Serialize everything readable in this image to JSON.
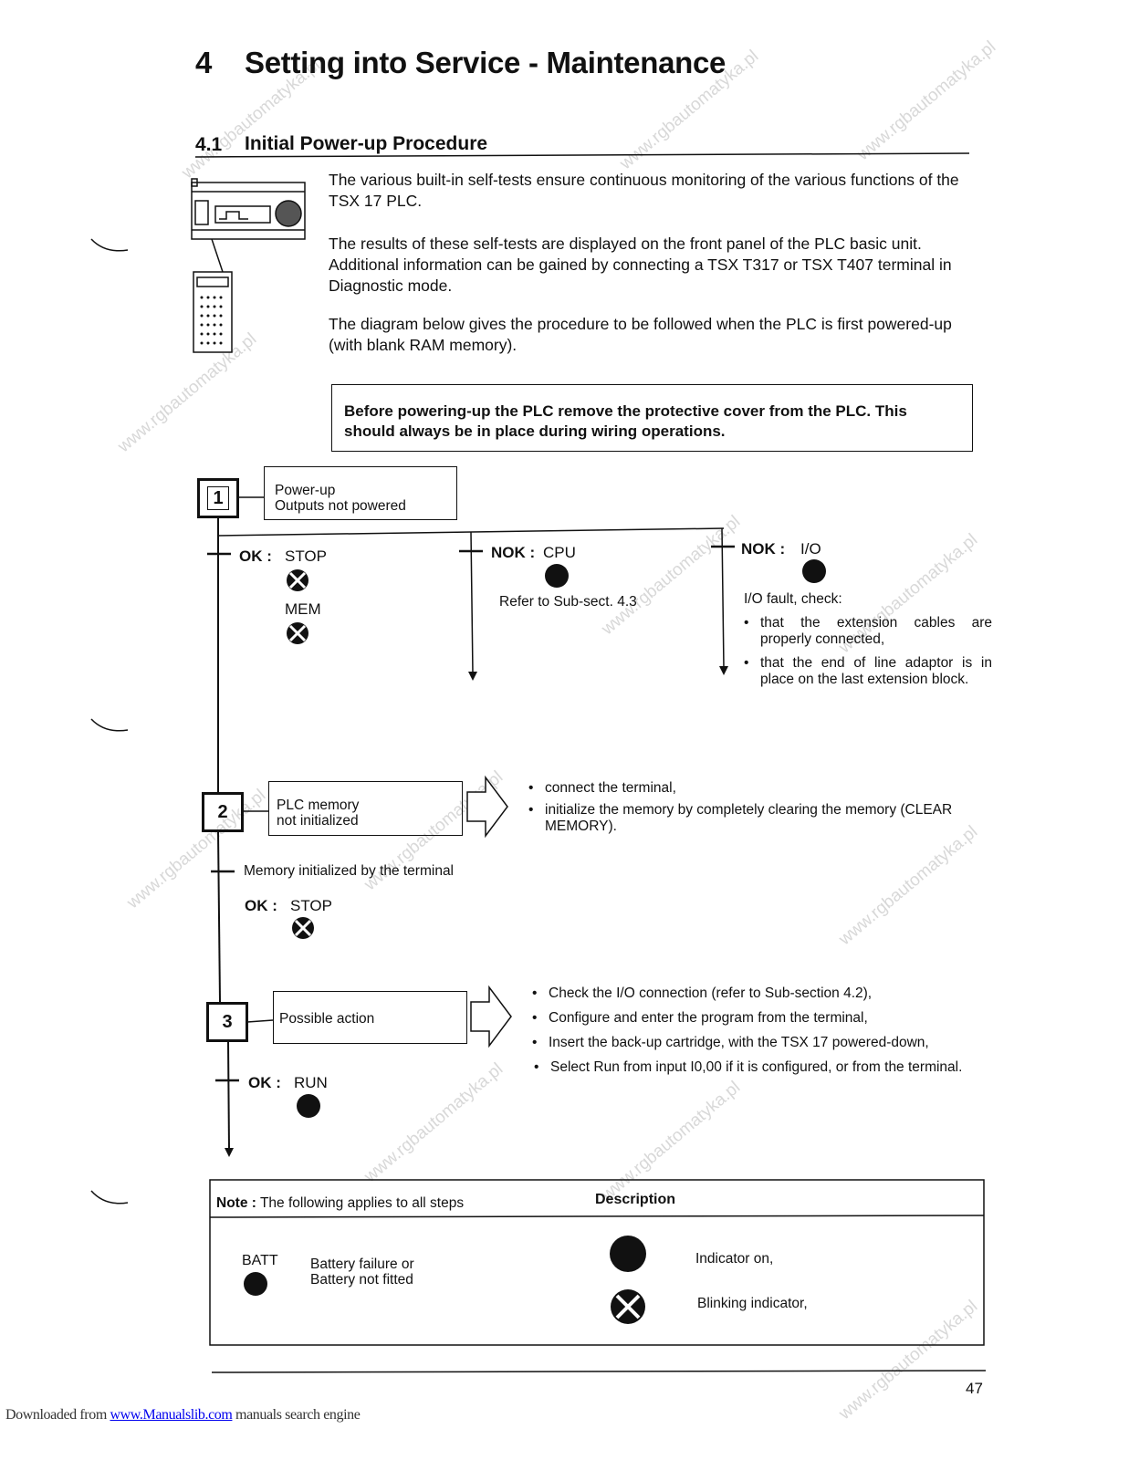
{
  "chapter": {
    "number": "4",
    "title": "Setting into Service - Maintenance"
  },
  "section": {
    "number": "4.1",
    "title": "Initial Power-up Procedure"
  },
  "intro": [
    "The various built-in self-tests ensure continuous monitoring of the various functions of the TSX 17 PLC.",
    "The results of these self-tests are displayed on the front panel of the PLC basic unit. Additional information can be gained by connecting a TSX T317 or TSX T407 terminal in Diagnostic mode.",
    "The diagram below gives the procedure to be followed when the PLC is first powered-up (with blank RAM memory)."
  ],
  "warning": "Before powering-up the PLC remove the protective cover from the PLC. This should always be in place during wiring operations.",
  "step1": {
    "number": "1",
    "line1": "Power-up",
    "line2": "Outputs not powered",
    "ok": {
      "label": "OK :",
      "ind1": "STOP",
      "ind2": "MEM"
    },
    "nok_cpu": {
      "label": "NOK :",
      "ind": "CPU",
      "text": "Refer to Sub-sect. 4.3"
    },
    "nok_io": {
      "label": "NOK :",
      "ind": "I/O",
      "text": "I/O fault, check:",
      "bullets": [
        "that the extension cables are properly connected,",
        "that the end of line adaptor is in place on the last extension block."
      ]
    }
  },
  "step2": {
    "number": "2",
    "line1": "PLC memory",
    "line2": "not initialized",
    "bullets": [
      "connect the terminal,",
      "initialize the memory by completely clearing the memory (CLEAR MEMORY)."
    ],
    "transition": "Memory initialized by the terminal",
    "ok": {
      "label": "OK :",
      "ind": "STOP"
    }
  },
  "step3": {
    "number": "3",
    "line1": "Possible action",
    "bullets": [
      "Check the I/O connection (refer to Sub-section 4.2),",
      "Configure and enter the program from the terminal,",
      "Insert the back-up cartridge, with the TSX 17 powered-down,",
      "Select Run from input I0,00 if it is configured, or from the terminal."
    ],
    "ok": {
      "label": "OK :",
      "ind": "RUN"
    }
  },
  "note": {
    "label": "Note :",
    "text": "The following applies to all steps",
    "desc_header": "Description",
    "batt": "BATT",
    "batt_line1": "Battery failure or",
    "batt_line2": "Battery not fitted",
    "on": "Indicator on,",
    "blink": "Blinking indicator,"
  },
  "page_number": "47",
  "footer": {
    "prefix": "Downloaded from ",
    "link": "www.Manualslib.com",
    "suffix": " manuals search engine"
  },
  "watermark": "www.rgbautomatyka.pl",
  "colors": {
    "ink": "#111111",
    "watermark": "#d8d8d8",
    "link": "#0000ee"
  }
}
